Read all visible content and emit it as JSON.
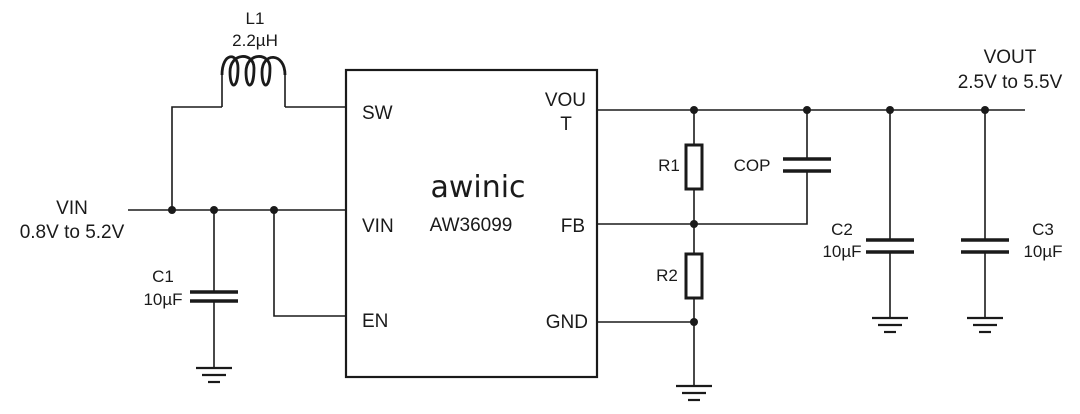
{
  "colors": {
    "line": "#1a1a1a",
    "brand": "#5cc7bc",
    "background": "#ffffff"
  },
  "inductor": {
    "ref": "L1",
    "value": "2.2µH"
  },
  "input": {
    "name": "VIN",
    "range": "0.8V to 5.2V"
  },
  "output": {
    "name": "VOUT",
    "range": "2.5V to 5.5V"
  },
  "chip": {
    "brand": "awinic",
    "part": "AW36099",
    "pins": {
      "sw": "SW",
      "vin": "VIN",
      "en": "EN",
      "vout_line1": "VOU",
      "vout_line2": "T",
      "fb": "FB",
      "gnd": "GND"
    }
  },
  "components": {
    "c1": {
      "ref": "C1",
      "value": "10µF"
    },
    "r1": {
      "ref": "R1"
    },
    "r2": {
      "ref": "R2"
    },
    "cop": {
      "ref": "COP"
    },
    "c2": {
      "ref": "C2",
      "value": "10µF"
    },
    "c3": {
      "ref": "C3",
      "value": "10µF"
    }
  }
}
